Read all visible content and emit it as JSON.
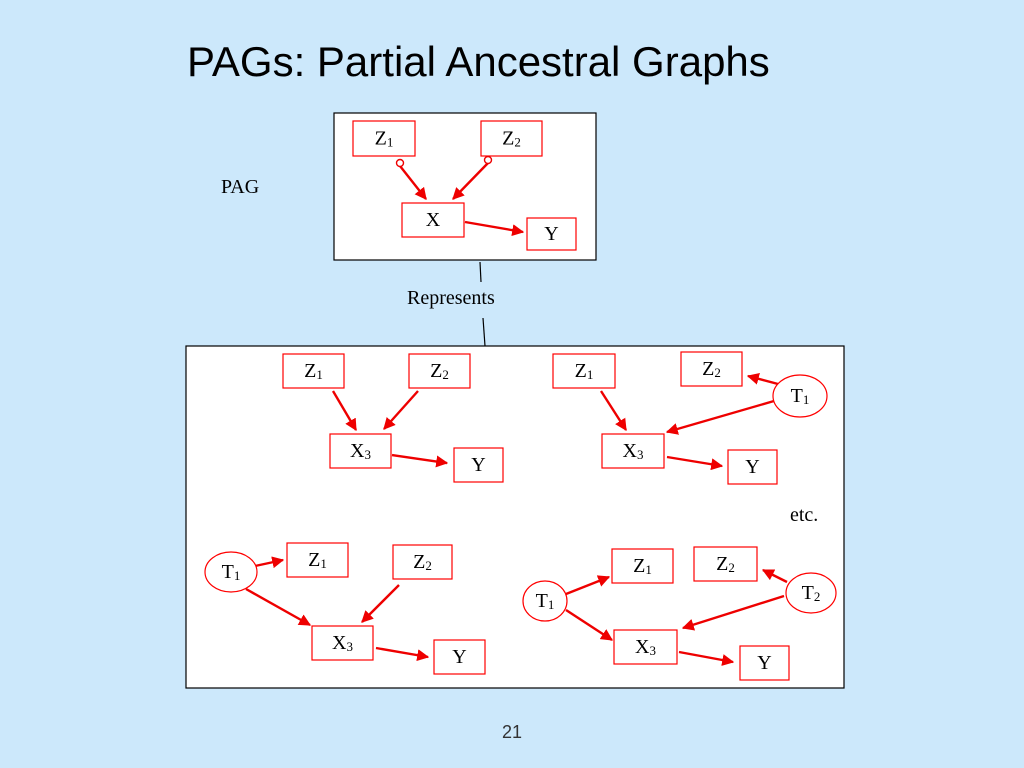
{
  "slide": {
    "title": "PAGs: Partial Ancestral Graphs",
    "page_number": "21",
    "pag_label": "PAG",
    "represents_label": "Represents",
    "etc_label": "etc."
  },
  "colors": {
    "background": "#cce8fb",
    "edge": "#ee0000",
    "node_border": "#ff0000"
  },
  "pag_graph": {
    "nodes": [
      {
        "id": "z1",
        "label": "Z",
        "sub": "1"
      },
      {
        "id": "z2",
        "label": "Z",
        "sub": "2"
      },
      {
        "id": "x",
        "label": "X",
        "sub": ""
      },
      {
        "id": "y",
        "label": "Y",
        "sub": ""
      }
    ],
    "edges": [
      {
        "from": "z1",
        "to": "x",
        "tail": "circle",
        "head": "arrow"
      },
      {
        "from": "z2",
        "to": "x",
        "tail": "circle",
        "head": "arrow"
      },
      {
        "from": "x",
        "to": "y",
        "tail": "none",
        "head": "arrow"
      }
    ]
  },
  "represented_graphs": [
    {
      "nodes": [
        {
          "id": "z1",
          "label": "Z",
          "sub": "1"
        },
        {
          "id": "z2",
          "label": "Z",
          "sub": "2"
        },
        {
          "id": "x3",
          "label": "X",
          "sub": "3"
        },
        {
          "id": "y",
          "label": "Y",
          "sub": ""
        }
      ],
      "edges": [
        [
          "z1",
          "x3"
        ],
        [
          "z2",
          "x3"
        ],
        [
          "x3",
          "y"
        ]
      ]
    },
    {
      "nodes": [
        {
          "id": "z1",
          "label": "Z",
          "sub": "1"
        },
        {
          "id": "z2",
          "label": "Z",
          "sub": "2"
        },
        {
          "id": "t1",
          "label": "T",
          "sub": "1"
        },
        {
          "id": "x3",
          "label": "X",
          "sub": "3"
        },
        {
          "id": "y",
          "label": "Y",
          "sub": ""
        }
      ],
      "edges": [
        [
          "z1",
          "x3"
        ],
        [
          "t1",
          "z2"
        ],
        [
          "t1",
          "x3"
        ],
        [
          "x3",
          "y"
        ]
      ]
    },
    {
      "nodes": [
        {
          "id": "t1",
          "label": "T",
          "sub": "1"
        },
        {
          "id": "z1",
          "label": "Z",
          "sub": "1"
        },
        {
          "id": "z2",
          "label": "Z",
          "sub": "2"
        },
        {
          "id": "x3",
          "label": "X",
          "sub": "3"
        },
        {
          "id": "y",
          "label": "Y",
          "sub": ""
        }
      ],
      "edges": [
        [
          "t1",
          "z1"
        ],
        [
          "t1",
          "x3"
        ],
        [
          "z2",
          "x3"
        ],
        [
          "x3",
          "y"
        ]
      ]
    },
    {
      "nodes": [
        {
          "id": "z1",
          "label": "Z",
          "sub": "1"
        },
        {
          "id": "z2",
          "label": "Z",
          "sub": "2"
        },
        {
          "id": "t1",
          "label": "T",
          "sub": "1"
        },
        {
          "id": "t2",
          "label": "T",
          "sub": "2"
        },
        {
          "id": "x3",
          "label": "X",
          "sub": "3"
        },
        {
          "id": "y",
          "label": "Y",
          "sub": ""
        }
      ],
      "edges": [
        [
          "t1",
          "z1"
        ],
        [
          "t1",
          "x3"
        ],
        [
          "t2",
          "z2"
        ],
        [
          "t2",
          "x3"
        ],
        [
          "x3",
          "y"
        ]
      ]
    }
  ]
}
